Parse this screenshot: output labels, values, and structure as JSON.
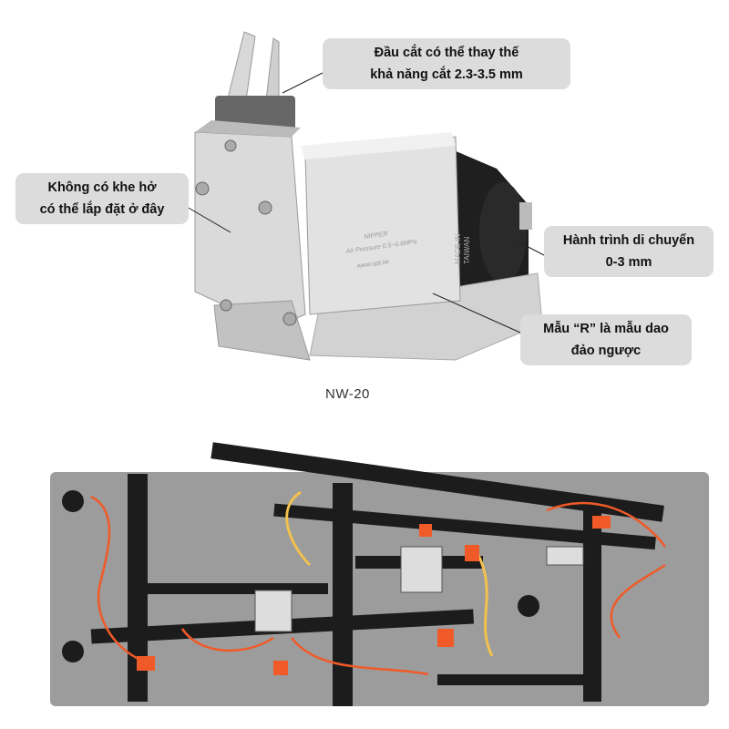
{
  "callouts": [
    {
      "line1": "Đầu cắt có thể thay thế",
      "line2": "khả năng cắt 2.3-3.5 mm"
    },
    {
      "line1": "Không có khe hở",
      "line2": "có thể lắp đặt ở đây"
    },
    {
      "line1": "Hành trình di chuyển",
      "line2": "0-3 mm"
    },
    {
      "line1": "Mẫu “R” là  mẫu dao",
      "line2": "đảo ngược"
    }
  ],
  "product": {
    "model": "NW-20",
    "body_text": [
      "NIPPER",
      "Air Pressure 0.5~0.6MPa",
      "www.opt.tw"
    ],
    "made_in": [
      "MADE IN",
      "TAIWAN"
    ]
  },
  "colors": {
    "callout_bg": "#dcdcdc",
    "steel": "#c9c9c9",
    "rail": "#1c1c1c",
    "tube": "#f05a28",
    "scene_bg": "#9c9c9c"
  }
}
